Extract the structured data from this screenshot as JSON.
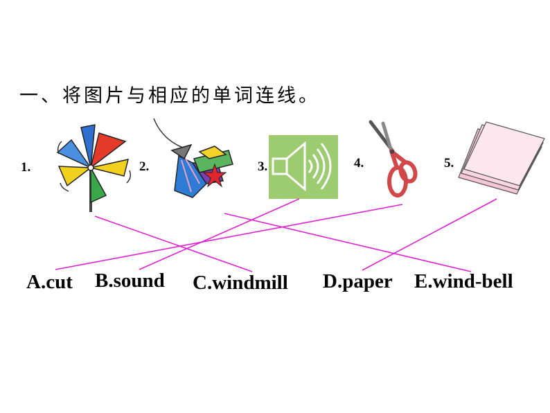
{
  "exercise": {
    "title": "一、将图片与相应的单词连线。",
    "pictures": [
      {
        "label": "1.",
        "icon": "pinwheel-icon"
      },
      {
        "label": "2.",
        "icon": "wind-bell-icon"
      },
      {
        "label": "3.",
        "icon": "speaker-sound-icon"
      },
      {
        "label": "4.",
        "icon": "scissors-icon"
      },
      {
        "label": "5.",
        "icon": "paper-stack-icon"
      }
    ],
    "words": [
      {
        "text": "A.cut"
      },
      {
        "text": "B.sound"
      },
      {
        "text": "C.windmill"
      },
      {
        "text": "D.paper"
      },
      {
        "text": "E.wind-bell"
      }
    ],
    "matches": [
      {
        "picture": "1.",
        "word": "C.windmill"
      },
      {
        "picture": "2.",
        "word": "E.wind-bell"
      },
      {
        "picture": "3.",
        "word": "B.sound"
      },
      {
        "picture": "4.",
        "word": "A.cut"
      },
      {
        "picture": "5.",
        "word": "D.paper"
      }
    ],
    "line_color": "#e020d0"
  }
}
